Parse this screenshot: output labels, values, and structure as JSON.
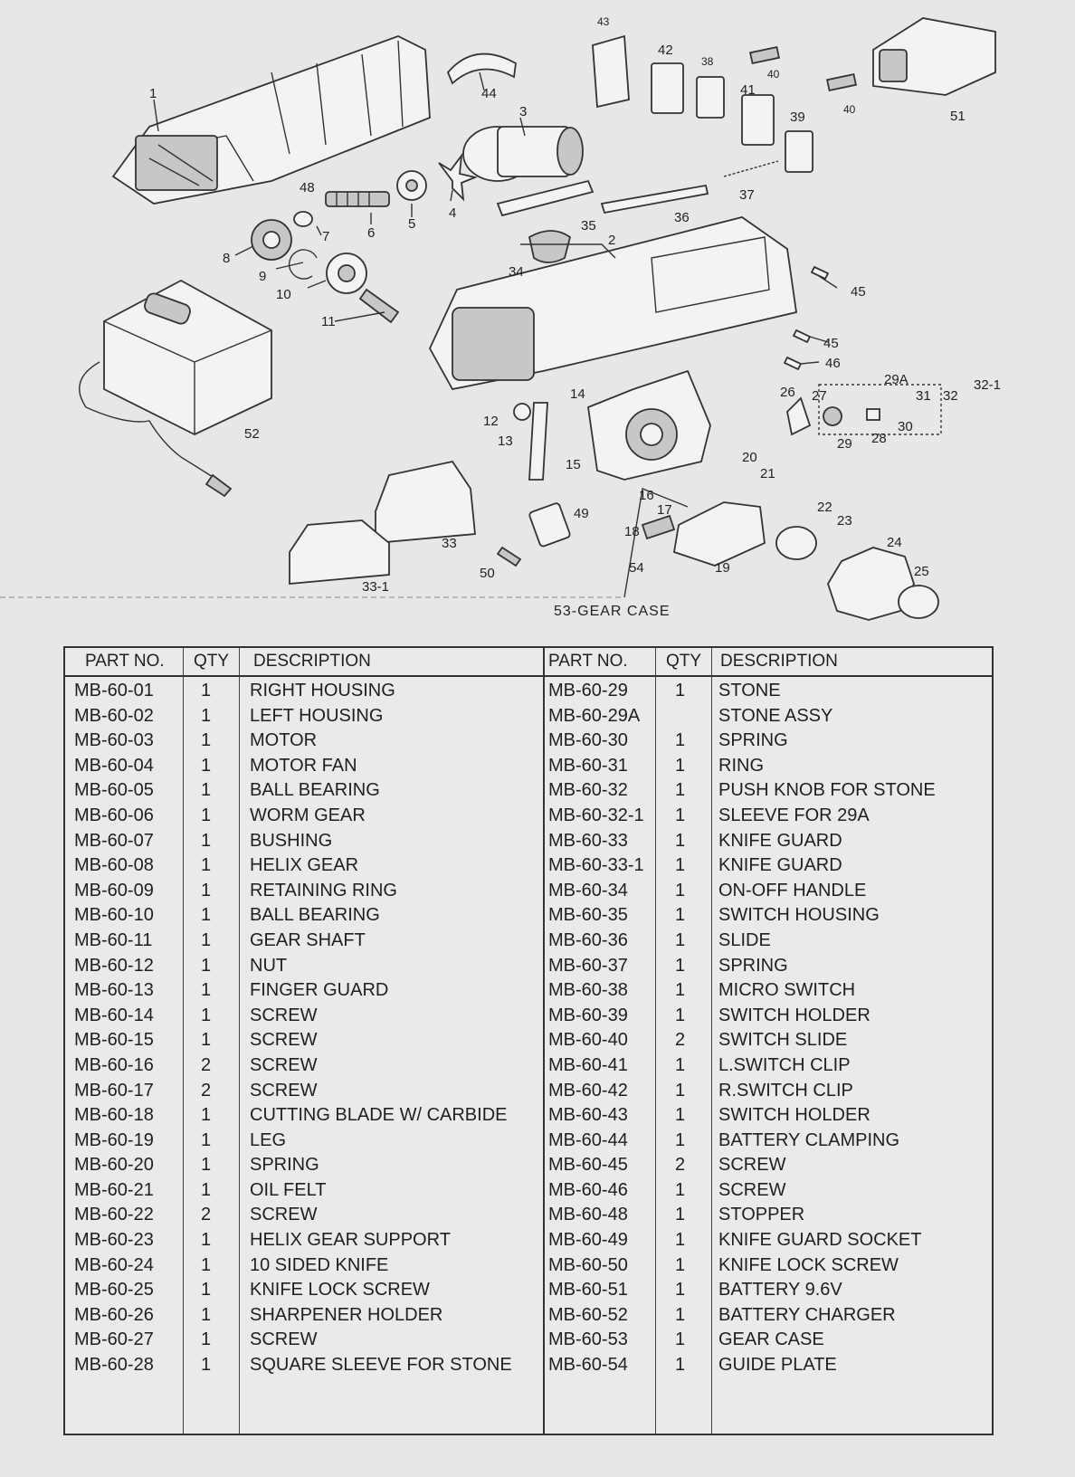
{
  "diagram": {
    "callouts": [
      "1",
      "2",
      "3",
      "4",
      "5",
      "6",
      "7",
      "8",
      "9",
      "10",
      "11",
      "12",
      "13",
      "14",
      "15",
      "16",
      "17",
      "18",
      "19",
      "20",
      "21",
      "22",
      "23",
      "24",
      "25",
      "26",
      "27",
      "28",
      "29",
      "29A",
      "30",
      "31",
      "32",
      "32-1",
      "33",
      "33-1",
      "34",
      "35",
      "36",
      "37",
      "38",
      "39",
      "40",
      "40",
      "41",
      "42",
      "43",
      "44",
      "45",
      "45",
      "46",
      "48",
      "49",
      "50",
      "51",
      "52",
      "54"
    ],
    "gear_case_caption": "53-GEAR CASE"
  },
  "table": {
    "headers": {
      "part_no": "PART NO.",
      "qty": "QTY",
      "description": "DESCRIPTION"
    },
    "left_rows": [
      {
        "part": "MB-60-01",
        "qty": "1",
        "desc": "RIGHT HOUSING"
      },
      {
        "part": "MB-60-02",
        "qty": "1",
        "desc": "LEFT HOUSING"
      },
      {
        "part": "MB-60-03",
        "qty": "1",
        "desc": "MOTOR"
      },
      {
        "part": "MB-60-04",
        "qty": "1",
        "desc": "MOTOR FAN"
      },
      {
        "part": "MB-60-05",
        "qty": "1",
        "desc": "BALL BEARING"
      },
      {
        "part": "MB-60-06",
        "qty": "1",
        "desc": "WORM GEAR"
      },
      {
        "part": "MB-60-07",
        "qty": "1",
        "desc": "BUSHING"
      },
      {
        "part": "MB-60-08",
        "qty": "1",
        "desc": "HELIX GEAR"
      },
      {
        "part": "MB-60-09",
        "qty": "1",
        "desc": "RETAINING RING"
      },
      {
        "part": "MB-60-10",
        "qty": "1",
        "desc": "BALL BEARING"
      },
      {
        "part": "MB-60-11",
        "qty": "1",
        "desc": "GEAR SHAFT"
      },
      {
        "part": "MB-60-12",
        "qty": "1",
        "desc": "NUT"
      },
      {
        "part": "MB-60-13",
        "qty": "1",
        "desc": "FINGER GUARD"
      },
      {
        "part": "MB-60-14",
        "qty": "1",
        "desc": "SCREW"
      },
      {
        "part": "MB-60-15",
        "qty": "1",
        "desc": "SCREW"
      },
      {
        "part": "MB-60-16",
        "qty": "2",
        "desc": "SCREW"
      },
      {
        "part": "MB-60-17",
        "qty": "2",
        "desc": "SCREW"
      },
      {
        "part": "MB-60-18",
        "qty": "1",
        "desc": "CUTTING BLADE W/ CARBIDE"
      },
      {
        "part": "MB-60-19",
        "qty": "1",
        "desc": "LEG"
      },
      {
        "part": "MB-60-20",
        "qty": "1",
        "desc": "SPRING"
      },
      {
        "part": "MB-60-21",
        "qty": "1",
        "desc": "OIL FELT"
      },
      {
        "part": "MB-60-22",
        "qty": "2",
        "desc": "SCREW"
      },
      {
        "part": "MB-60-23",
        "qty": "1",
        "desc": "HELIX GEAR SUPPORT"
      },
      {
        "part": "MB-60-24",
        "qty": "1",
        "desc": "10 SIDED KNIFE"
      },
      {
        "part": "MB-60-25",
        "qty": "1",
        "desc": "KNIFE LOCK SCREW"
      },
      {
        "part": "MB-60-26",
        "qty": "1",
        "desc": "SHARPENER HOLDER"
      },
      {
        "part": "MB-60-27",
        "qty": "1",
        "desc": "SCREW"
      },
      {
        "part": "MB-60-28",
        "qty": "1",
        "desc": "SQUARE SLEEVE FOR STONE"
      }
    ],
    "right_rows": [
      {
        "part": "MB-60-29",
        "qty": "1",
        "desc": "STONE"
      },
      {
        "part": "MB-60-29A",
        "qty": "",
        "desc": "STONE ASSY"
      },
      {
        "part": "MB-60-30",
        "qty": "1",
        "desc": "SPRING"
      },
      {
        "part": "MB-60-31",
        "qty": "1",
        "desc": "RING"
      },
      {
        "part": "MB-60-32",
        "qty": "1",
        "desc": "PUSH KNOB FOR STONE"
      },
      {
        "part": "MB-60-32-1",
        "qty": "1",
        "desc": "SLEEVE FOR 29A"
      },
      {
        "part": "MB-60-33",
        "qty": "1",
        "desc": "KNIFE GUARD"
      },
      {
        "part": "MB-60-33-1",
        "qty": "1",
        "desc": "KNIFE GUARD"
      },
      {
        "part": "MB-60-34",
        "qty": "1",
        "desc": "ON-OFF HANDLE"
      },
      {
        "part": "MB-60-35",
        "qty": "1",
        "desc": "SWITCH HOUSING"
      },
      {
        "part": "MB-60-36",
        "qty": "1",
        "desc": "SLIDE"
      },
      {
        "part": "MB-60-37",
        "qty": "1",
        "desc": "SPRING"
      },
      {
        "part": "MB-60-38",
        "qty": "1",
        "desc": "MICRO SWITCH"
      },
      {
        "part": "MB-60-39",
        "qty": "1",
        "desc": "SWITCH HOLDER"
      },
      {
        "part": "MB-60-40",
        "qty": "2",
        "desc": "SWITCH SLIDE"
      },
      {
        "part": "MB-60-41",
        "qty": "1",
        "desc": "L.SWITCH CLIP"
      },
      {
        "part": "MB-60-42",
        "qty": "1",
        "desc": "R.SWITCH CLIP"
      },
      {
        "part": "MB-60-43",
        "qty": "1",
        "desc": "SWITCH HOLDER"
      },
      {
        "part": "MB-60-44",
        "qty": "1",
        "desc": "BATTERY CLAMPING"
      },
      {
        "part": "MB-60-45",
        "qty": "2",
        "desc": "SCREW"
      },
      {
        "part": "MB-60-46",
        "qty": "1",
        "desc": "SCREW"
      },
      {
        "part": "MB-60-48",
        "qty": "1",
        "desc": "STOPPER"
      },
      {
        "part": "MB-60-49",
        "qty": "1",
        "desc": "KNIFE GUARD SOCKET"
      },
      {
        "part": "MB-60-50",
        "qty": "1",
        "desc": "KNIFE LOCK SCREW"
      },
      {
        "part": "MB-60-51",
        "qty": "1",
        "desc": "BATTERY 9.6V"
      },
      {
        "part": "MB-60-52",
        "qty": "1",
        "desc": "BATTERY CHARGER"
      },
      {
        "part": "MB-60-53",
        "qty": "1",
        "desc": "GEAR CASE"
      },
      {
        "part": "MB-60-54",
        "qty": "1",
        "desc": "GUIDE PLATE"
      }
    ]
  }
}
